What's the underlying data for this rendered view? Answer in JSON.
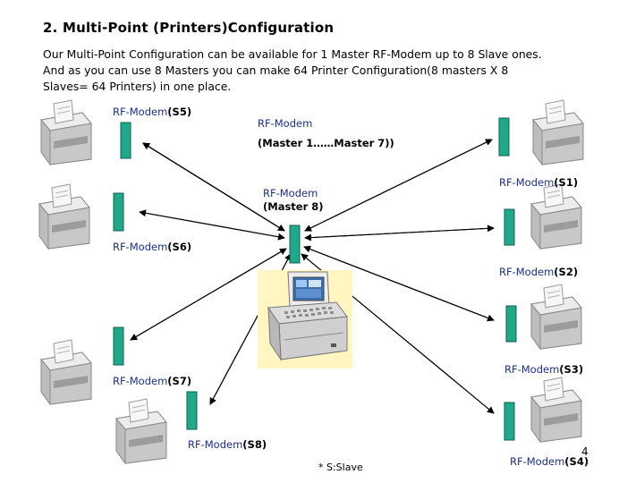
{
  "title": "2. Multi-Point (Printers)Configuration",
  "intro_lines": [
    "Our Multi-Point Configuration can be available for 1 Master RF-Modem up to 8 Slave ones.",
    "And as you can use 8 Masters you can make 64 Printer Configuration(8 masters X 8",
    "Slaves= 64 Printers) in one place."
  ],
  "labels": {
    "s5": {
      "prefix": "RF-Modem",
      "suffix": "(S5)"
    },
    "master": {
      "line1": "RF-Modem",
      "line2": "(Master 1……Master 7))"
    },
    "master8": {
      "line1": "RF-Modem",
      "line2": "(Master 8)"
    },
    "s1": {
      "prefix": "RF-Modem",
      "suffix": "(S1)"
    },
    "s6": {
      "prefix": "RF-Modem",
      "suffix": "(S6)"
    },
    "s2": {
      "prefix": "RF-Modem",
      "suffix": "(S2)"
    },
    "s3": {
      "prefix": "RF-Modem",
      "suffix": "(S3)"
    },
    "s7": {
      "prefix": "RF-Modem",
      "suffix": "(S7)"
    },
    "s8": {
      "prefix": "RF-Modem",
      "suffix": "(S8)"
    },
    "s4": {
      "prefix": "RF-Modem",
      "suffix": "(S4)"
    }
  },
  "note": "* S:Slave",
  "page_number": "4",
  "colors": {
    "modem": "#1fa88a",
    "modem_edge": "#0f5f4c",
    "label_blue": "#1a2e8a",
    "pos_bg": "#fff6c2"
  }
}
